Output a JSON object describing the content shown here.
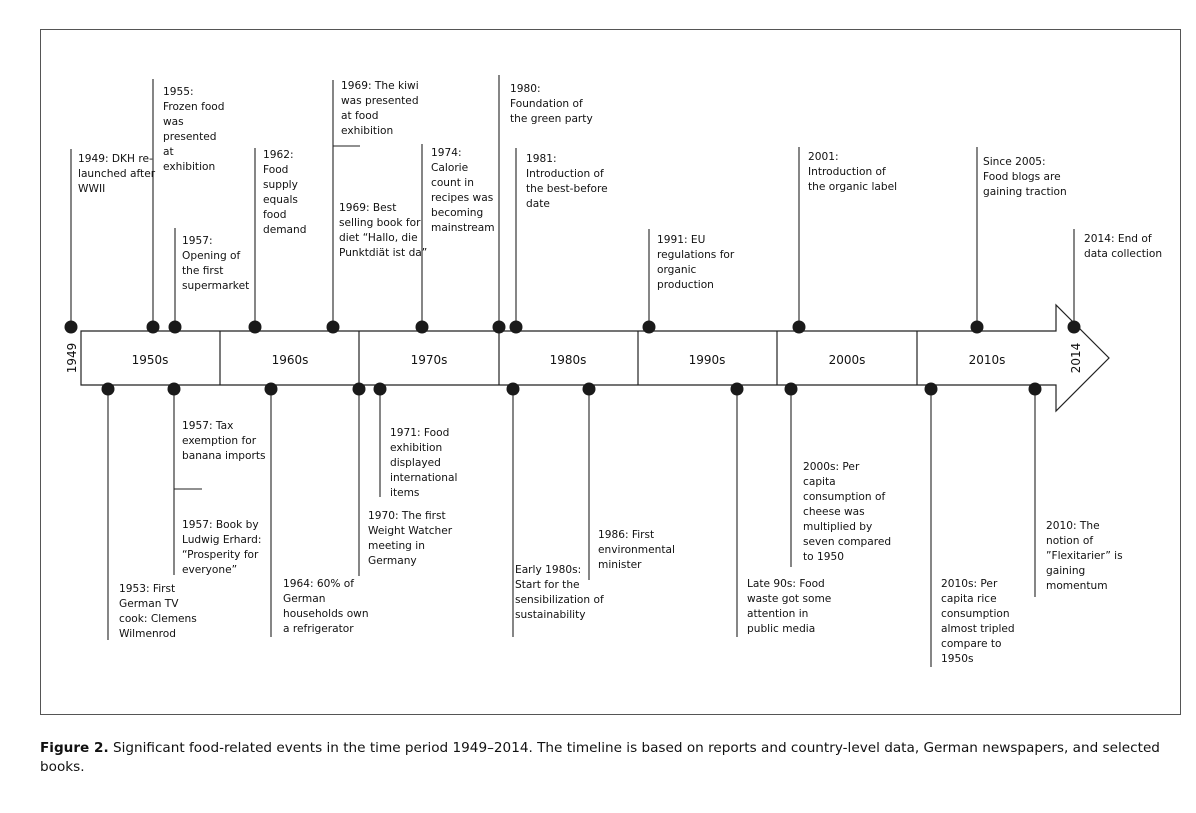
{
  "figure": {
    "start_year": "1949",
    "end_year": "2014",
    "decades": [
      "1950s",
      "1960s",
      "1970s",
      "1980s",
      "1990s",
      "2000s",
      "2010s"
    ],
    "events_above": [
      "1949: DKH re-\nlaunched after\nWWII",
      "1955:\nFrozen food\nwas\npresented\nat\nexhibition",
      "1957:\nOpening of\nthe first\nsupermarket",
      "1962:\nFood\nsupply\nequals\nfood\ndemand",
      "1969: The kiwi\nwas presented\nat food\nexhibition",
      "1969: Best\nselling book for\ndiet “Hallo, die\nPunktdiät ist da”",
      "1974:\nCalorie\ncount in\nrecipes was\nbecoming\nmainstream",
      "1980:\nFoundation of\nthe green party",
      "1981:\nIntroduction of\nthe best-before\ndate",
      "1991: EU\nregulations for\norganic\nproduction",
      "2001:\nIntroduction of\nthe organic label",
      "Since 2005:\nFood blogs are\ngaining traction",
      "2014: End of\ndata collection"
    ],
    "events_below": [
      "1953: First\nGerman TV\ncook: Clemens\nWilmenrod",
      "1957: Tax\nexemption for\nbanana imports",
      "1957: Book by\nLudwig Erhard:\n“Prosperity for\neveryone”",
      "1964: 60% of\nGerman\nhouseholds own\na refrigerator",
      "1971: Food\nexhibition\ndisplayed\ninternational\nitems",
      "1970: The first\nWeight Watcher\nmeeting in\nGermany",
      "Early 1980s:\nStart for the\nsensibilization of\nsustainability",
      "1986: First\nenvironmental\nminister",
      "Late 90s: Food\nwaste got some\nattention in\npublic media",
      "2000s: Per\ncapita\nconsumption of\ncheese was\nmultiplied by\nseven compared\nto 1950",
      "2010s: Per\ncapita rice\nconsumption\nalmost tripled\ncompare to\n1950s",
      "2010: The\nnotion of\n”Flexitarier” is\ngaining\nmomentum"
    ]
  },
  "caption": {
    "label": "Figure 2.",
    "text": " Significant food-related events in the time period 1949–2014. The timeline is based on reports and country-level data, German newspapers, and selected books."
  }
}
